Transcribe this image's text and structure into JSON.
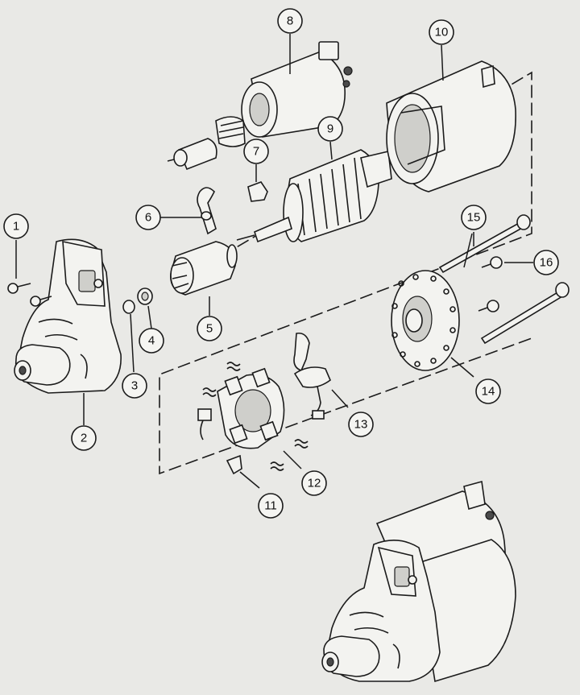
{
  "diagram": {
    "callouts": [
      {
        "id": "1",
        "label": "1"
      },
      {
        "id": "2",
        "label": "2"
      },
      {
        "id": "3",
        "label": "3"
      },
      {
        "id": "4",
        "label": "4"
      },
      {
        "id": "5",
        "label": "5"
      },
      {
        "id": "6",
        "label": "6"
      },
      {
        "id": "7",
        "label": "7"
      },
      {
        "id": "8",
        "label": "8"
      },
      {
        "id": "9",
        "label": "9"
      },
      {
        "id": "10",
        "label": "10"
      },
      {
        "id": "11",
        "label": "11"
      },
      {
        "id": "12",
        "label": "12"
      },
      {
        "id": "13",
        "label": "13"
      },
      {
        "id": "14",
        "label": "14"
      },
      {
        "id": "15",
        "label": "15"
      },
      {
        "id": "16",
        "label": "16"
      }
    ],
    "colors": {
      "line": "#1b1b1b",
      "paper": "#e9e9e6",
      "fill": "#f3f3f0"
    }
  }
}
